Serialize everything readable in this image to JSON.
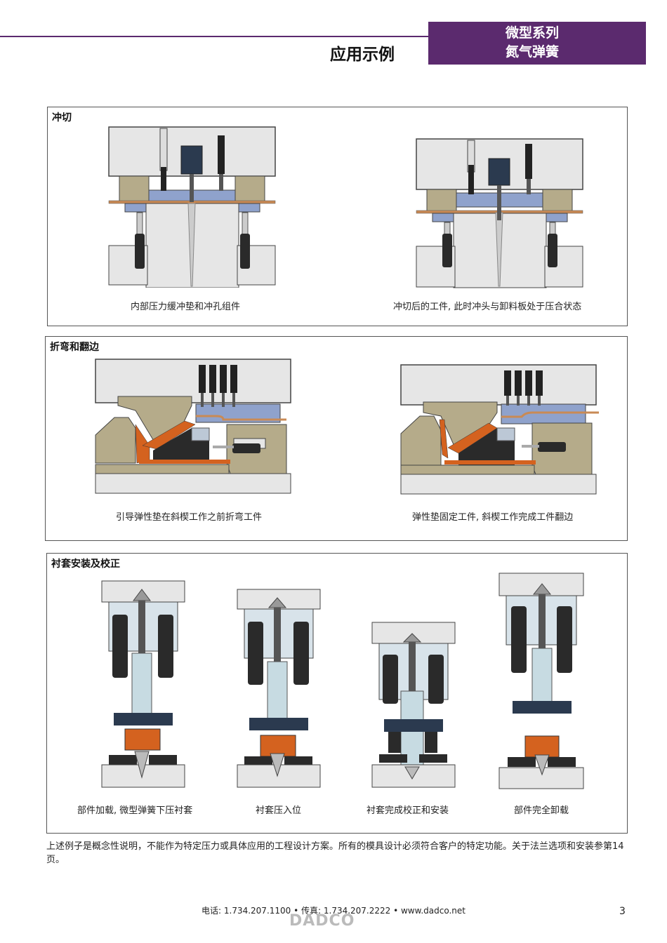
{
  "header": {
    "title": "应用示例",
    "series_line1": "微型系列",
    "series_line2": "氮气弹簧"
  },
  "sections": {
    "punch": {
      "title": "冲切",
      "captions": [
        "内部压力缓冲垫和冲孔组件",
        "冲切后的工件, 此时冲头与卸料板处于压合状态"
      ]
    },
    "bend": {
      "title": "折弯和翻边",
      "captions": [
        "引导弹性垫在斜楔工作之前折弯工件",
        "弹性垫固定工件, 斜楔工作完成工件翻边"
      ]
    },
    "bushing": {
      "title": "衬套安装及校正",
      "captions": [
        "部件加载, 微型弹簧下压衬套",
        "衬套压入位",
        "衬套完成校正和安装",
        "部件完全卸载"
      ]
    }
  },
  "note": "上述例子是概念性说明，不能作为特定压力或具体应用的工程设计方案。所有的模具设计必须符合客户的特定功能。关于法兰选项和安装参第14页。",
  "footer": {
    "contact": "电话: 1.734.207.1100 • 传真: 1.734.207.2222 • www.dadco.net",
    "logo": "DADCO",
    "page": "3"
  },
  "colors": {
    "brand_purple": "#5b2a6e",
    "die_gray": "#e6e6e6",
    "pad_blue": "#8fa2cc",
    "olive": "#b5ab8a",
    "orange": "#d4621f",
    "cylinder": "#2a2a2a"
  }
}
